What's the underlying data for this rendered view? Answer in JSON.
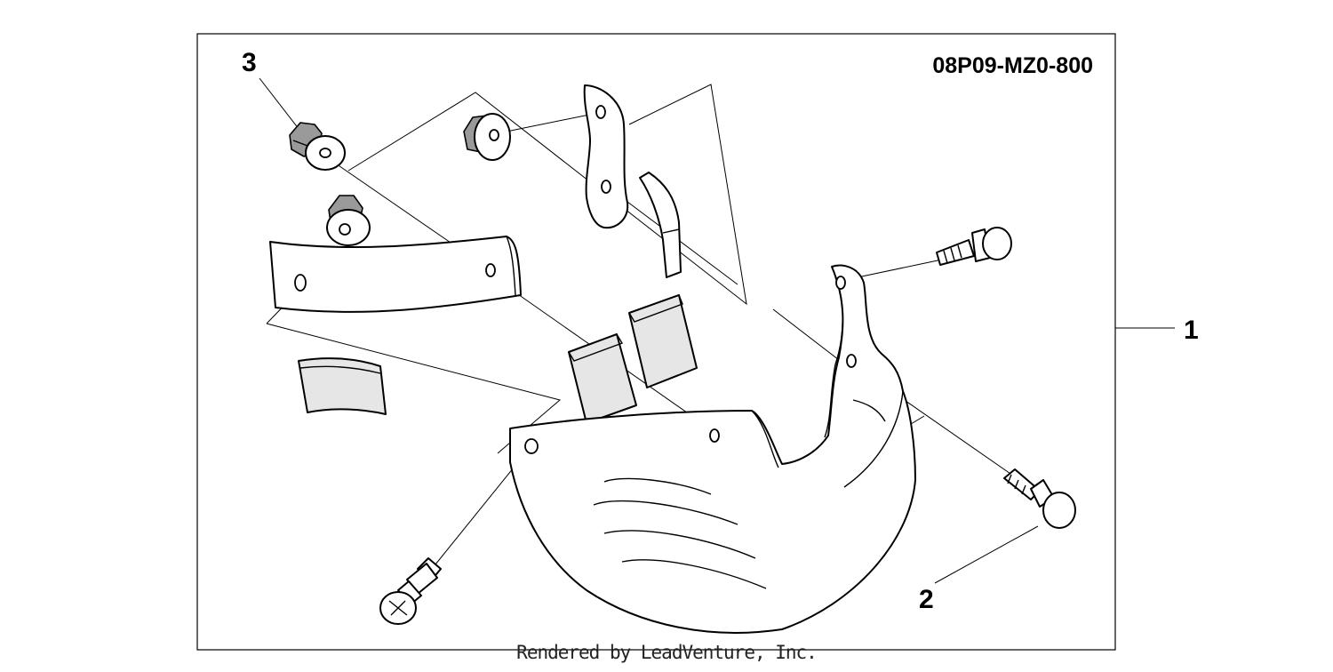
{
  "diagram": {
    "part_number": "08P09-MZ0-800",
    "callouts": {
      "kit": "1",
      "screw": "2",
      "nut": "3"
    }
  },
  "footer": {
    "credit": "Rendered by LeadVenture, Inc."
  }
}
